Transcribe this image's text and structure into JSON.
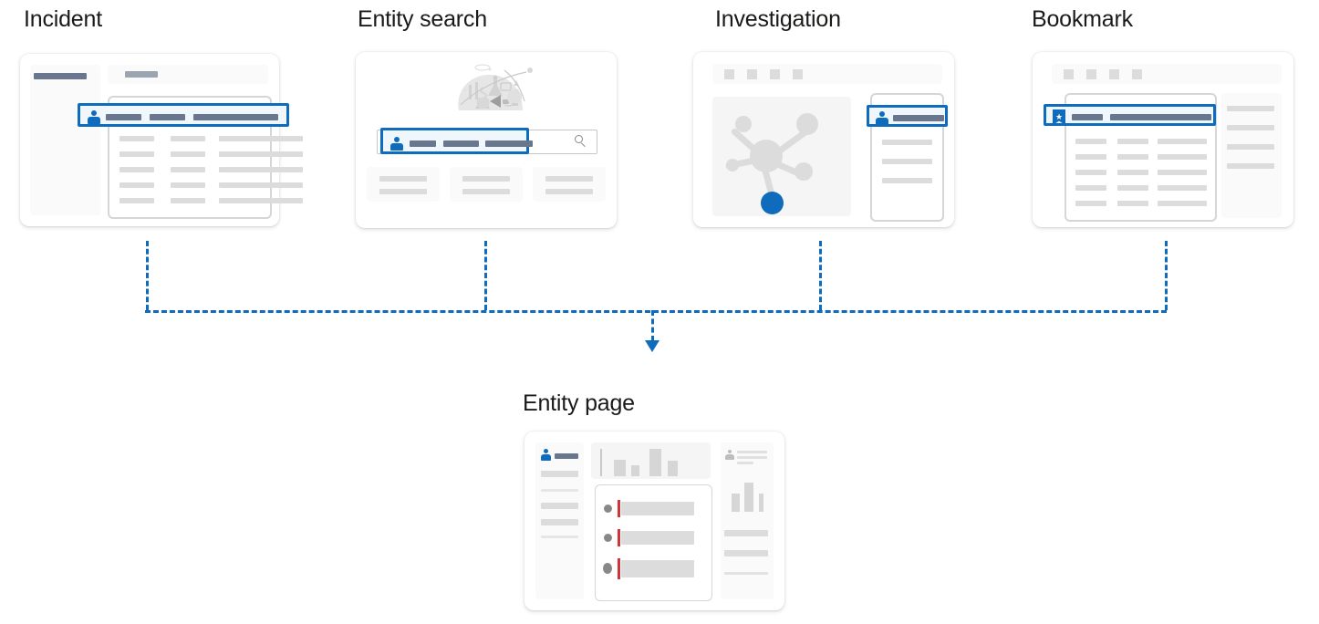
{
  "diagram": {
    "title_color": "#1b1a19",
    "accent_color": "#0f6cbd",
    "highlight_fill": "#eff6fc",
    "severity_color": "#d13438",
    "placeholder_color": "#dcdcdc",
    "dark_placeholder_color": "#68778d"
  },
  "sources": [
    {
      "id": "incident",
      "label": "Incident",
      "highlight_icon": "person-icon",
      "highlight_row_segments": 3,
      "table_rows": 5,
      "table_columns": 3
    },
    {
      "id": "entity-search",
      "label": "Entity search",
      "highlight_icon": "person-icon",
      "search_icon": "search-icon",
      "highlight_row_segments": 3,
      "result_tiles": 3,
      "illustration": "science-illustration"
    },
    {
      "id": "investigation",
      "label": "Investigation",
      "highlight_icon": "person-icon",
      "toolbar_items": 4,
      "graph_nodes": 7,
      "selected_node": "accent-node",
      "side_panel_rows": 3
    },
    {
      "id": "bookmark",
      "label": "Bookmark",
      "highlight_icon": "bookmark-icon",
      "toolbar_items": 4,
      "highlight_row_segments": 2,
      "table_rows": 5,
      "table_columns": 3,
      "side_panel_rows": 4
    }
  ],
  "target": {
    "id": "entity-page",
    "label": "Entity page",
    "left_panel_icon": "person-icon",
    "left_panel_rows": 5,
    "chart": "bar-chart",
    "chart_bars": 5,
    "alert_rows": 3,
    "right_panel_icon": "person-small-icon",
    "right_chart_bars": 3,
    "right_panel_rows": 3
  },
  "flow": {
    "direction": "down",
    "arrow_icon": "arrow-down-icon",
    "line_style": "dashed",
    "line_color": "#0f6cbd"
  }
}
